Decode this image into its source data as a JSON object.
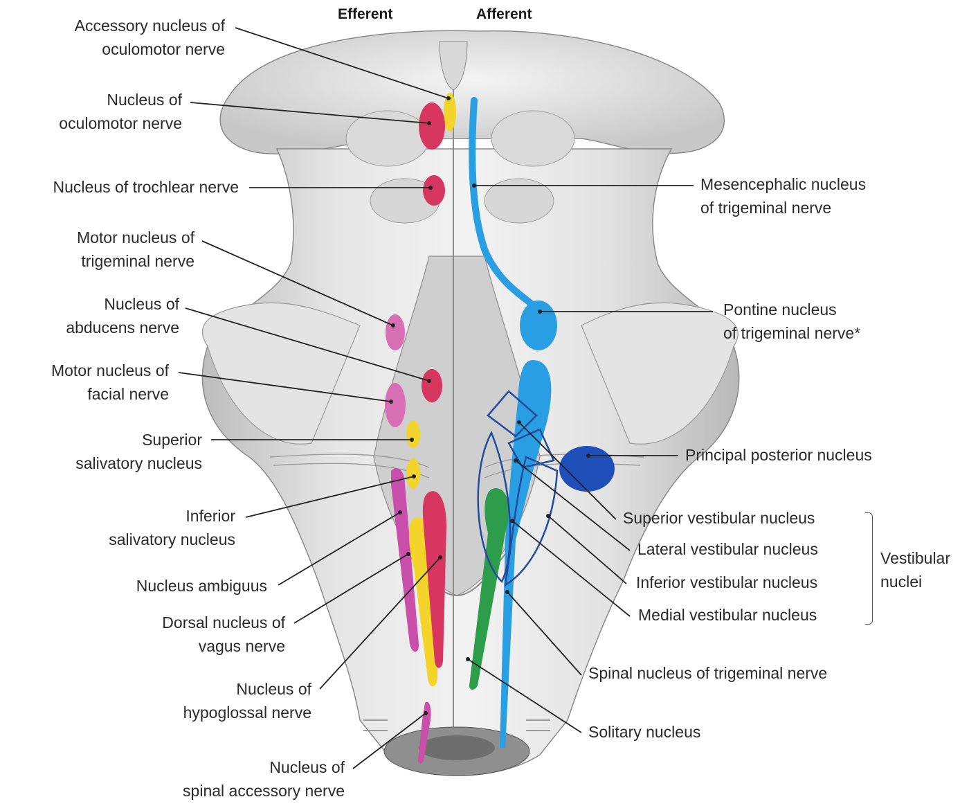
{
  "headers": {
    "efferent": "Efferent",
    "afferent": "Afferent"
  },
  "labels_left": [
    {
      "name": "accessory-oculomotor",
      "lines": [
        "Accessory nucleus of",
        "oculomotor nerve"
      ]
    },
    {
      "name": "oculomotor",
      "lines": [
        "Nucleus of",
        "oculomotor nerve"
      ]
    },
    {
      "name": "trochlear",
      "lines": [
        "Nucleus of trochlear nerve"
      ]
    },
    {
      "name": "motor-trigeminal",
      "lines": [
        "Motor nucleus of",
        "trigeminal nerve"
      ]
    },
    {
      "name": "abducens",
      "lines": [
        "Nucleus of",
        "abducens nerve"
      ]
    },
    {
      "name": "motor-facial",
      "lines": [
        "Motor nucleus of",
        "facial nerve"
      ]
    },
    {
      "name": "superior-salivatory",
      "lines": [
        "Superior",
        "salivatory nucleus"
      ]
    },
    {
      "name": "inferior-salivatory",
      "lines": [
        "Inferior",
        "salivatory nucleus"
      ]
    },
    {
      "name": "nucleus-ambiguus",
      "lines": [
        "Nucleus ambiguus"
      ]
    },
    {
      "name": "dorsal-vagus",
      "lines": [
        "Dorsal nucleus of",
        "vagus nerve"
      ]
    },
    {
      "name": "hypoglossal",
      "lines": [
        "Nucleus of",
        "hypoglossal nerve"
      ]
    },
    {
      "name": "spinal-accessory",
      "lines": [
        "Nucleus of",
        "spinal accessory nerve"
      ]
    }
  ],
  "labels_right": [
    {
      "name": "mesencephalic-trigeminal",
      "lines": [
        "Mesencephalic nucleus",
        "of trigeminal nerve"
      ]
    },
    {
      "name": "pontine-trigeminal",
      "lines": [
        "Pontine nucleus",
        "of trigeminal nerve*"
      ]
    },
    {
      "name": "principal-posterior",
      "lines": [
        "Principal posterior nucleus"
      ]
    },
    {
      "name": "superior-vestibular",
      "lines": [
        "Superior vestibular nucleus"
      ]
    },
    {
      "name": "lateral-vestibular",
      "lines": [
        "Lateral vestibular nucleus"
      ]
    },
    {
      "name": "inferior-vestibular",
      "lines": [
        "Inferior vestibular nucleus"
      ]
    },
    {
      "name": "medial-vestibular",
      "lines": [
        "Medial vestibular nucleus"
      ]
    },
    {
      "name": "spinal-trigeminal",
      "lines": [
        "Spinal nucleus of trigeminal nerve"
      ]
    },
    {
      "name": "solitary",
      "lines": [
        "Solitary nucleus"
      ]
    }
  ],
  "group_label": {
    "lines": [
      "Vestibular",
      "nuclei"
    ]
  },
  "colors": {
    "background": "#ffffff",
    "tissue_light": "#ebebeb",
    "tissue_mid": "#d2d2d2",
    "tissue_dark": "#9e9e9e",
    "red_nucleus": "#d6365f",
    "pink_nucleus": "#d86fb4",
    "magenta_nucleus": "#c94fab",
    "yellow_nucleus": "#f2d42b",
    "blue_afferent": "#2a9ee3",
    "navy_outline": "#244a9c",
    "dark_blue_nucleus": "#1f4fb8",
    "green_nucleus": "#2d9c4b",
    "leader_line": "#222222"
  }
}
